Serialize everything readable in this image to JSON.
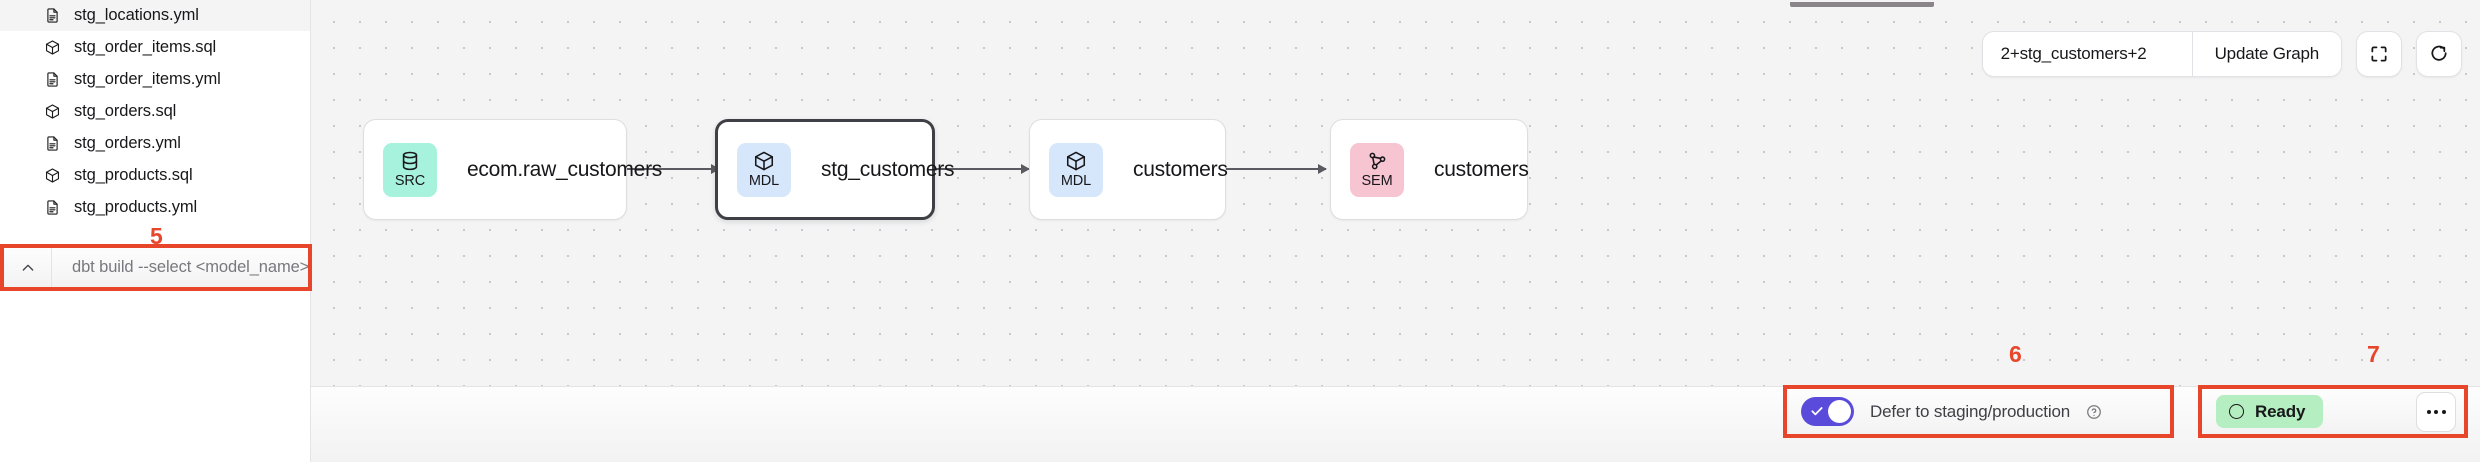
{
  "sidebar": {
    "files": [
      {
        "label": "stg_locations.yml",
        "icon": "file-yml-icon",
        "type": "yml"
      },
      {
        "label": "stg_order_items.sql",
        "icon": "cube-sql-icon",
        "type": "sql"
      },
      {
        "label": "stg_order_items.yml",
        "icon": "file-yml-icon",
        "type": "yml"
      },
      {
        "label": "stg_orders.sql",
        "icon": "cube-sql-icon",
        "type": "sql"
      },
      {
        "label": "stg_orders.yml",
        "icon": "file-yml-icon",
        "type": "yml"
      },
      {
        "label": "stg_products.sql",
        "icon": "cube-sql-icon",
        "type": "sql"
      },
      {
        "label": "stg_products.yml",
        "icon": "file-yml-icon",
        "type": "yml"
      }
    ]
  },
  "command_bar": {
    "chevron_icon": "chevron-up-icon",
    "placeholder": "dbt build --select <model_name>",
    "value": ""
  },
  "graph": {
    "toolbar": {
      "selector_value": "2+stg_customers+2",
      "update_label": "Update Graph",
      "fullscreen_icon": "fullscreen-icon",
      "refresh_icon": "refresh-icon"
    },
    "nodes": [
      {
        "badge": "SRC",
        "badge_icon": "database-icon",
        "badge_color": "#a6f2dd",
        "title": "ecom.raw_customers",
        "selected": false
      },
      {
        "badge": "MDL",
        "badge_icon": "cube-icon",
        "badge_color": "#d6e7fb",
        "title": "stg_customers",
        "selected": true
      },
      {
        "badge": "MDL",
        "badge_icon": "cube-icon",
        "badge_color": "#d6e7fb",
        "title": "customers",
        "selected": false
      },
      {
        "badge": "SEM",
        "badge_icon": "network-icon",
        "badge_color": "#f7c4d2",
        "title": "customers",
        "selected": false
      }
    ]
  },
  "footer": {
    "defer": {
      "toggle_on": true,
      "label": "Defer to staging/production",
      "help_icon": "help-circle-icon"
    },
    "status": {
      "label": "Ready",
      "status_icon": "circle-outline-icon",
      "color": "#b5eec0",
      "more_icon": "more-horizontal-icon"
    }
  },
  "annotations": [
    {
      "number": "5",
      "target": "command-bar"
    },
    {
      "number": "6",
      "target": "defer-toggle"
    },
    {
      "number": "7",
      "target": "status-group"
    }
  ],
  "colors": {
    "annotation": "#e8462a",
    "toggle_on": "#5b4bdb",
    "status_green": "#b5eec0",
    "canvas": "#f4f4f5"
  }
}
